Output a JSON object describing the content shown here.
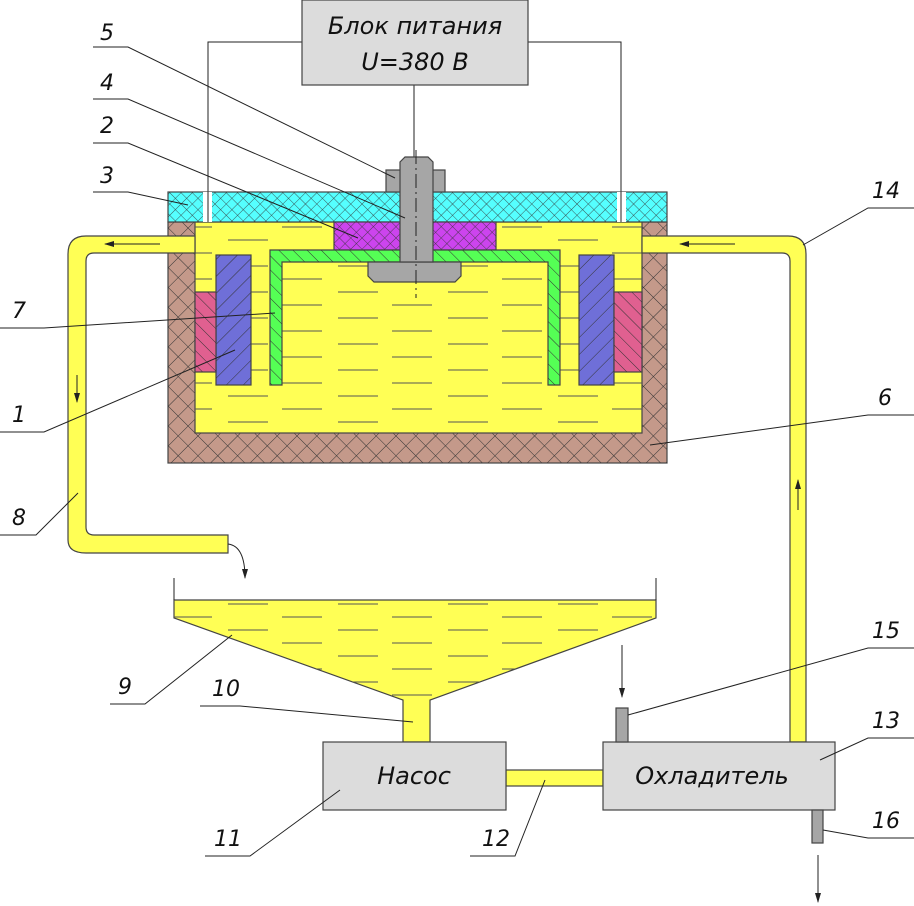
{
  "power_supply": {
    "line1": "Блок питания",
    "line2": "U=380 В"
  },
  "pump": {
    "label": "Насос"
  },
  "cooler": {
    "label": "Охладитель"
  },
  "callouts": [
    "1",
    "2",
    "3",
    "4",
    "5",
    "6",
    "7",
    "8",
    "9",
    "10",
    "11",
    "12",
    "13",
    "14",
    "15",
    "16"
  ],
  "colors": {
    "liquid": "#ffff55",
    "housing": "#c4998a",
    "lid": "#55ffff",
    "insulator": "#cc44ee",
    "cup": "#55ff55",
    "electrode": "#6f6fd8",
    "contact": "#e06090",
    "metal": "#a6a6a6",
    "box": "#dcdcdc"
  }
}
